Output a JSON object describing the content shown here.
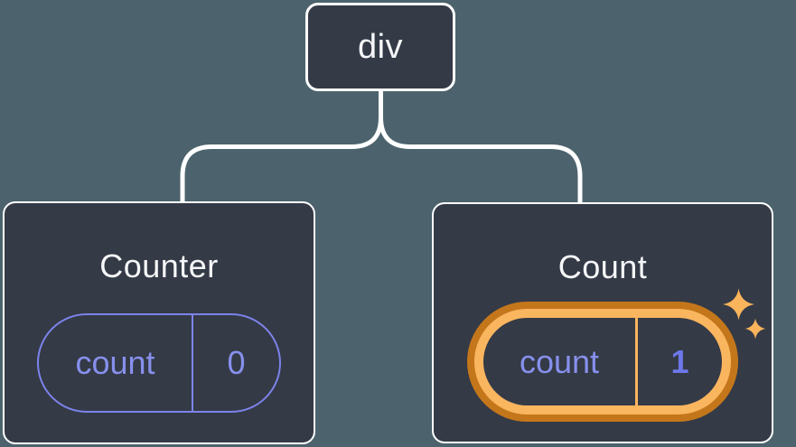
{
  "diagram": {
    "root": {
      "label": "div"
    },
    "children": [
      {
        "title": "Counter",
        "state": {
          "name": "count",
          "value": "0"
        },
        "highlighted": false
      },
      {
        "title": "Count",
        "state": {
          "name": "count",
          "value": "1"
        },
        "highlighted": true
      }
    ]
  },
  "colors": {
    "background": "#4C636D",
    "node_fill": "#343A46",
    "node_border": "#FFFFFF",
    "connector": "#FFFFFF",
    "title_text": "#F6F7F9",
    "state_pill_border": "#7C83EA",
    "state_text": "#8790EC",
    "state_value_highlight_text": "#6E77E8",
    "highlight_ring_outer": "#C4761B",
    "highlight_ring_inner": "#FAB55F",
    "sparkle": "#F9B45C"
  }
}
